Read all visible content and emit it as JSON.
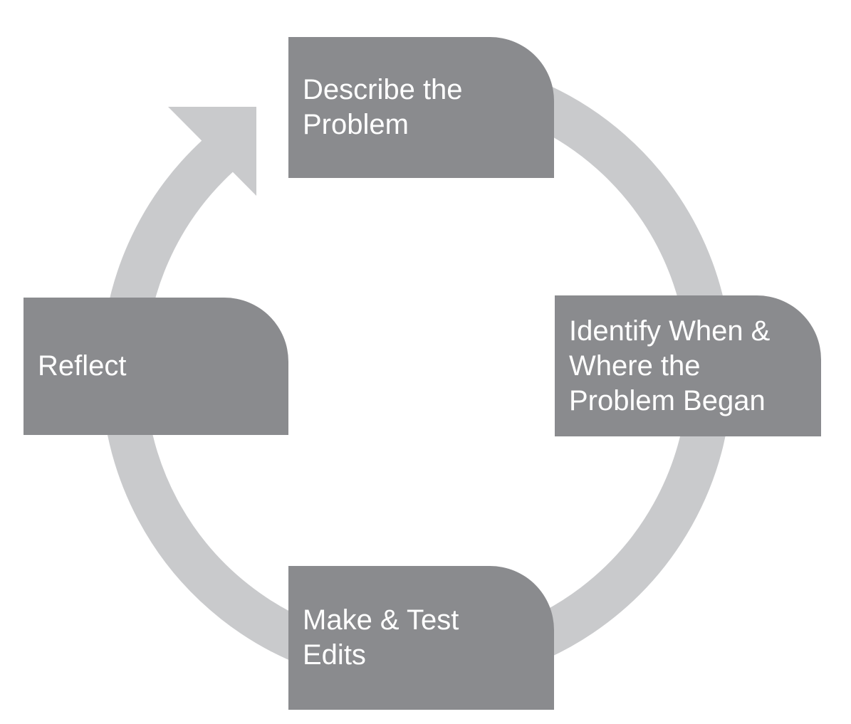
{
  "diagram": {
    "type": "cycle",
    "direction": "clockwise",
    "steps": [
      {
        "id": "describe-problem",
        "position": "top",
        "label": "Describe the\nProblem"
      },
      {
        "id": "identify-when-where",
        "position": "right",
        "label": "Identify When &\nWhere the\nProblem Began"
      },
      {
        "id": "make-test-edits",
        "position": "bottom",
        "label": "Make & Test\nEdits"
      },
      {
        "id": "reflect",
        "position": "left",
        "label": "Reflect"
      }
    ],
    "colors": {
      "box_fill": "#8a8b8e",
      "ring": "#c9cacc",
      "text": "#ffffff"
    }
  }
}
